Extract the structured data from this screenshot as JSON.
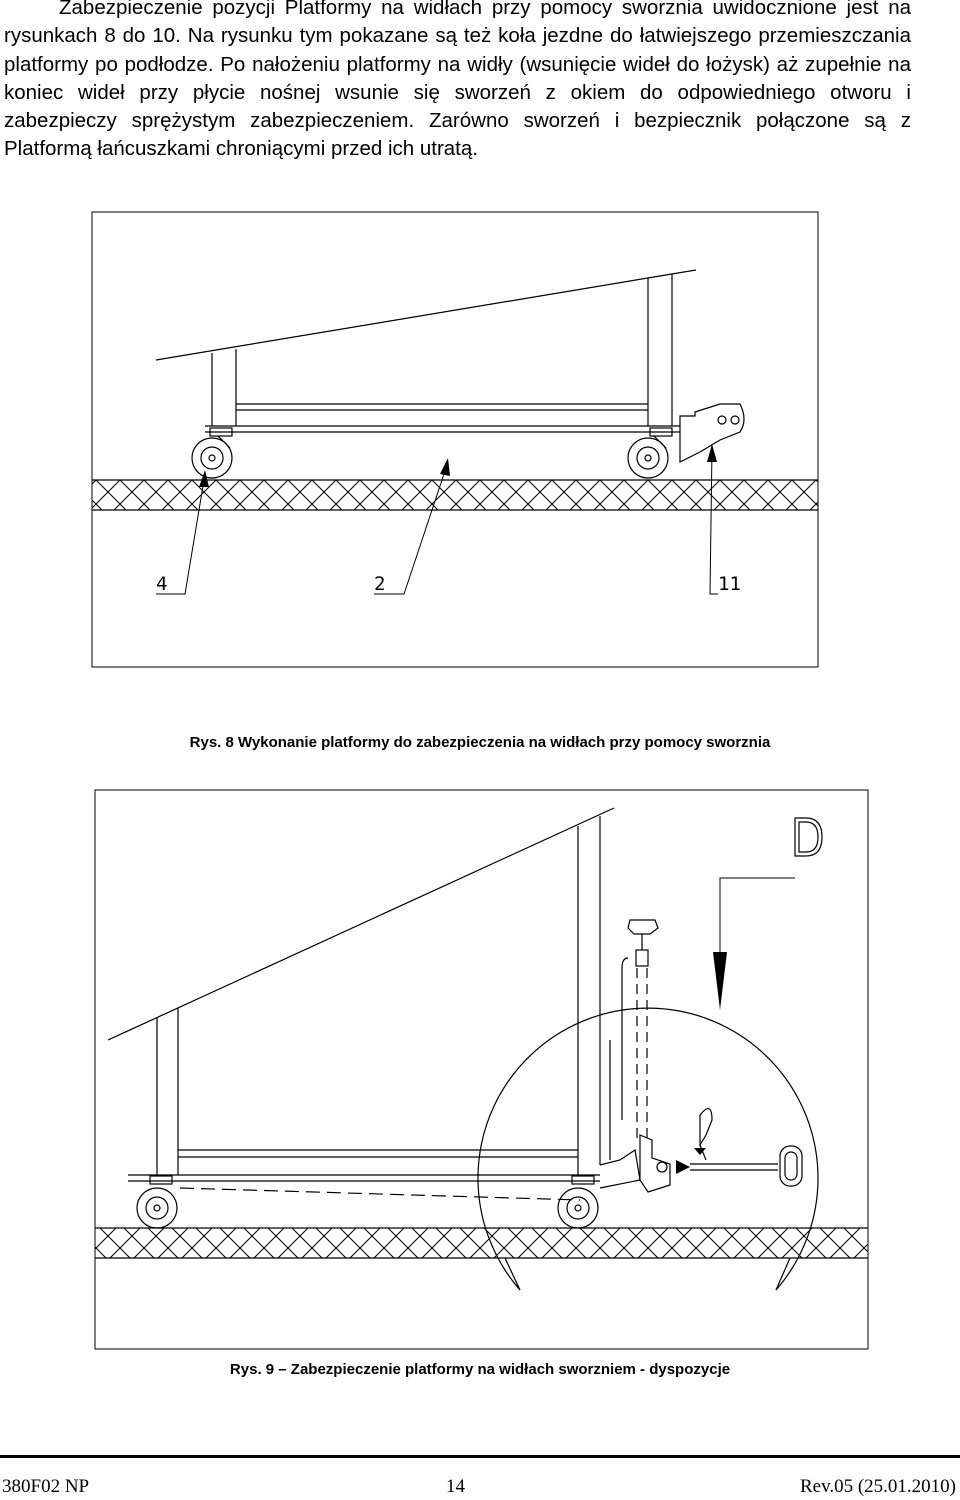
{
  "intro_paragraph": "Zabezpieczenie pozycji Platformy na widłach przy pomocy sworznia uwidocznione jest na rysunkach 8 do 10. Na rysunku tym pokazane są też koła jezdne do łatwiejszego przemieszczania platformy po podłodze. Po nałożeniu platformy na widły (wsunięcie wideł do łożysk) aż zupełnie na koniec wideł przy płycie nośnej wsunie się sworzeń z okiem do odpowiedniego otworu i zabezpieczy sprężystym zabezpieczeniem. Zarówno sworzeń i bezpiecznik połączone są z Platformą łańcuszkami chroniącymi przed ich utratą.",
  "figure8": {
    "caption": "Rys. 8 Wykonanie platformy do zabezpieczenia na widłach przy pomocy sworznia",
    "callouts": [
      "4",
      "2",
      "11"
    ]
  },
  "figure9": {
    "caption": "Rys. 9 – Zabezpieczenie platformy na widłach sworzniem - dyspozycje",
    "detail_label": "D"
  },
  "footer": {
    "doc_code": "380F02 NP",
    "page_number": "14",
    "revision": "Rev.05 (25.01.2010)"
  }
}
